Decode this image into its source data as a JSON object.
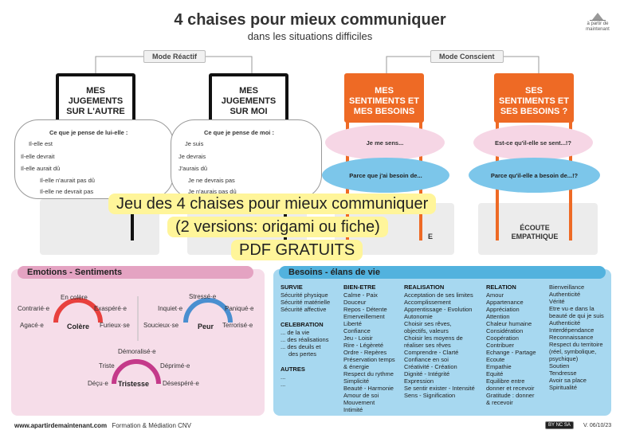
{
  "header": {
    "title": "4 chaises pour mieux communiquer",
    "subtitle": "dans les situations difficiles",
    "logo_text": "à partir de maintenant"
  },
  "modes": {
    "reactive": "Mode Réactif",
    "conscious": "Mode Conscient"
  },
  "chairs": [
    {
      "label": "MES JUGEMENTS SUR L'AUTRE",
      "style": "black"
    },
    {
      "label": "MES JUGEMENTS SUR MOI",
      "style": "black"
    },
    {
      "label": "MES SENTIMENTS ET MES BESOINS",
      "style": "orange"
    },
    {
      "label": "SES SENTIMENTS ET SES BESOINS ?",
      "style": "orange"
    }
  ],
  "cloud_other": {
    "heading": "Ce que je pense de lui-elle :",
    "lines": [
      "Il-elle est",
      "Il-elle devrait",
      "Il-elle aurait dû",
      "Il-elle n'aurait pas dû",
      "Il-elle ne devrait pas"
    ]
  },
  "cloud_self": {
    "heading": "Ce que je pense de moi :",
    "lines": [
      "Je suis",
      "Je devrais",
      "J'aurais dû",
      "Je ne devrais pas",
      "Je n'aurais pas dû"
    ]
  },
  "ellipses": {
    "me_feel": "Je me sens...",
    "me_need": "Parce que j'ai besoin de...",
    "other_feel": "Est-ce qu'il-elle se sent...!?",
    "other_need": "Parce qu'il-elle a besoin de...!?"
  },
  "seat_labels": {
    "third": "E",
    "fourth_line1": "ÉCOUTE",
    "fourth_line2": "EMPATHIQUE"
  },
  "banner": {
    "line1": "Jeu des 4 chaises pour mieux communiquer",
    "line2": "(2 versions: origami ou fiche)",
    "line3": "PDF GRATUITS"
  },
  "emotions": {
    "title": "Emotions - Sentiments",
    "colere": {
      "center": "Colère",
      "top": "En colère",
      "left": "Contrarié·e",
      "right": "Exaspéré·e",
      "bottom_left": "Agacé·e",
      "bottom_right": "Furieux·se"
    },
    "peur": {
      "center": "Peur",
      "top": "Stressé·e",
      "left": "Inquiet·e",
      "right": "Paniqué·e",
      "bottom_left": "Soucieux·se",
      "bottom_right": "Terrorisé·e"
    },
    "tristesse": {
      "center": "Tristesse",
      "top": "Démoralisé·e",
      "left": "Triste",
      "right": "Déprimé·e",
      "bottom_left": "Déçu·e",
      "bottom_right": "Désespéré·e"
    }
  },
  "needs": {
    "title": "Besoins - élans de vie",
    "survie": {
      "title": "SURVIE",
      "items": [
        "Sécurité physique",
        "Sécurité matérielle",
        "Sécurité affective"
      ]
    },
    "celebration": {
      "title": "CELEBRATION",
      "items": [
        "... de la vie",
        "... des réalisations",
        "... des deuils et",
        "des pertes"
      ]
    },
    "autres": {
      "title": "AUTRES",
      "items": [
        "...",
        "..."
      ]
    },
    "bien_etre": {
      "title": "BIEN-ETRE",
      "items": [
        "Calme - Paix",
        "Douceur",
        "Repos - Détente",
        "Emerveillement",
        "Liberté",
        "Confiance",
        "Jeu - Loisir",
        "Rire - Légèreté",
        "Ordre - Repères",
        "Préservation temps",
        "& énergie",
        "Respect du rythme",
        "Simplicité",
        "Beauté - Harmonie",
        "Amour de soi",
        "Mouvement",
        "Intimité"
      ]
    },
    "realisation": {
      "title": "REALISATION",
      "items": [
        "Acceptation de ses limites",
        "Accomplissement",
        "Apprentissage - Evolution",
        "Autonomie",
        "Choisir ses rêves,",
        "objectifs, valeurs",
        "Choisir les moyens de",
        "réaliser ses rêves",
        "Comprendre - Clarté",
        "Confiance en soi",
        "Créativité - Création",
        "Dignité - Intégrité",
        "Expression",
        "Se sentir exister - Intensité",
        "Sens - Signification"
      ]
    },
    "relation": {
      "title": "RELATION",
      "items": [
        "Amour",
        "Appartenance",
        "Appréciation",
        "Attention",
        "Chaleur humaine",
        "Considération",
        "Coopération",
        "Contribuer",
        "Echange - Partage",
        "Ecoute",
        "Empathie",
        "Equité",
        "Equilibre entre",
        "donner et recevoir",
        "Gratitude : donner",
        "& recevoir"
      ]
    },
    "relation2": {
      "items": [
        "Bienveillance",
        "Authenticité",
        "Vérité",
        "Etre vu·e dans la",
        "beauté de qui je suis",
        "Authenticité",
        "Interdépendance",
        "Reconnaissance",
        "Respect du territoire",
        "(réel, symbolique,",
        "psychique)",
        "Soutien",
        "Tendresse",
        "Avoir sa place",
        "Spiritualité"
      ]
    }
  },
  "footer": {
    "website": "www.apartirdemaintenant.com",
    "tagline": "Formation & Médiation CNV",
    "license": "BY NC SA",
    "version": "V. 06/10/23"
  },
  "colors": {
    "orange": "#ee6a25",
    "pink": "#e4a3c2",
    "pink_bg": "#f6dde9",
    "blue": "#52b2de",
    "blue_bg": "#a7d8f0",
    "banner": "#fff59a"
  }
}
